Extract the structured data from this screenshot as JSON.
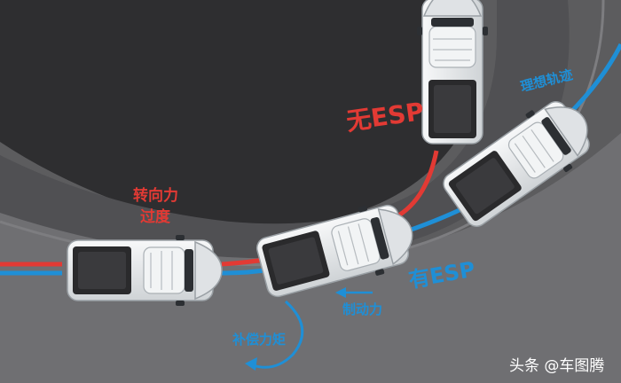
{
  "labels": {
    "no_esp": "无ESP",
    "understeer_line1": "转向力",
    "understeer_line2": "过度",
    "ideal_trajectory": "理想轨迹",
    "with_esp": "有ESP",
    "braking_force": "制动力",
    "compensating_torque": "补偿力矩",
    "watermark": "头条 @车图腾"
  },
  "colors": {
    "road_dark": "#3c3c3e",
    "road_outer": "#6a6a6c",
    "path_red": "#e23a34",
    "path_blue": "#1f8fd6",
    "car_body": "#e9ebed",
    "car_bed": "#2a2a2c"
  },
  "icons": {
    "car": "pickup-truck-icon",
    "arrow": "arrow-left-icon",
    "torque": "curved-arrow-icon"
  }
}
